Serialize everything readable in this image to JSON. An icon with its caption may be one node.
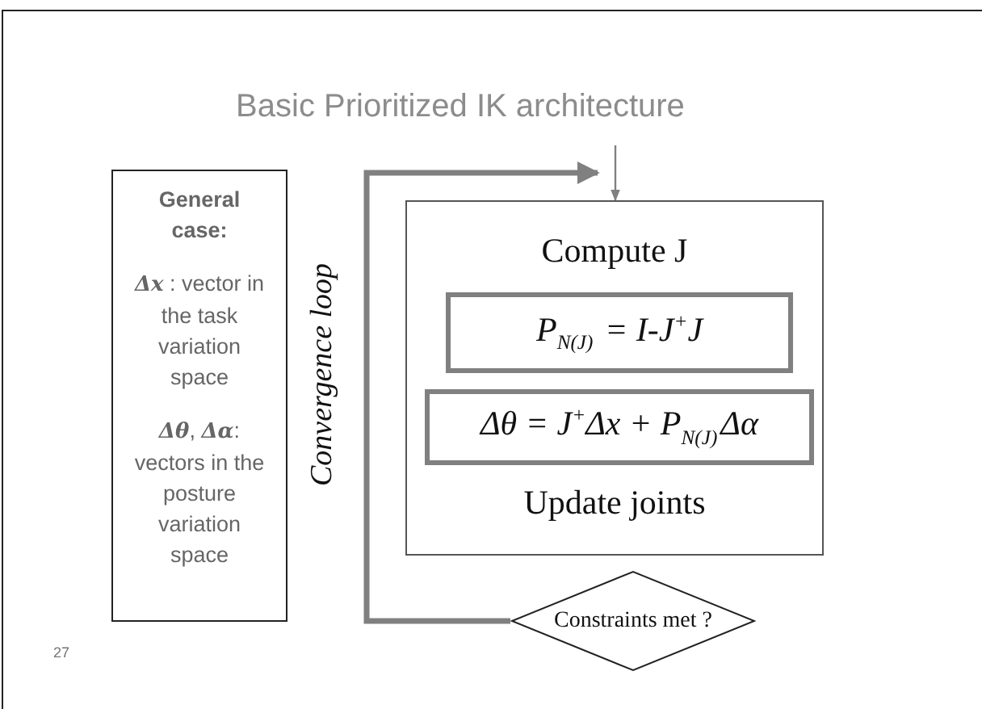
{
  "diagram": {
    "title": "Basic Prioritized IK architecture",
    "nodes": [
      {
        "text": [
          "General case:",
          "**Δx** : vector in the task variation space",
          "**Δθ**, **Δα**: vectors in the posture variation space"
        ]
      },
      {
        "text": [
          "Compute J",
          "Update joints"
        ]
      },
      {
        "text": [
          "P$_{N(J)}$ = I-J$^{+}$J"
        ],
        "in": 1
      },
      {
        "text": [
          "Δθ = J$^{+}$Δx + P$_{N(J)}$Δα"
        ],
        "in": 1
      },
      {
        "text": [
          "Constraints met ?"
        ]
      }
    ],
    "edges": [
      {
        "from": null,
        "to": 1,
        "arrow": "to"
      },
      {
        "from": 4,
        "to": 1,
        "arrow": "to",
        "label": "Convergence loop",
        "style": "thick"
      }
    ],
    "labels": [
      "27"
    ]
  }
}
